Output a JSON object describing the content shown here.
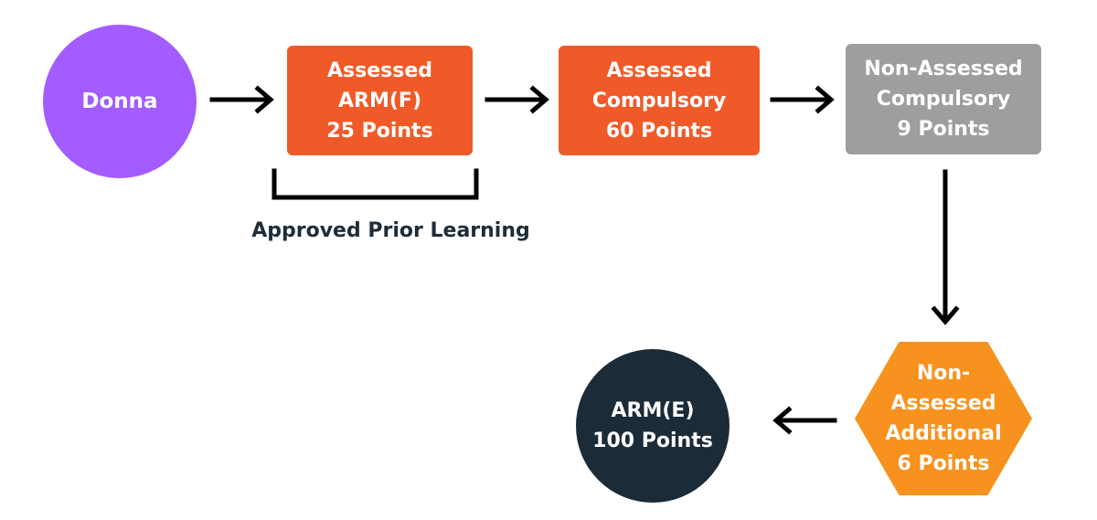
{
  "colors": {
    "purple": "#a35cff",
    "orange_red": "#f05a28",
    "gray": "#9e9e9e",
    "orange": "#f7921e",
    "navy": "#1b2b38",
    "arrow": "#000000",
    "label_text": "#1f2d3a"
  },
  "nodes": {
    "donna": {
      "lines": [
        "Donna"
      ]
    },
    "assessed_arm_f": {
      "lines": [
        "Assessed",
        "ARM(F)",
        "25 Points"
      ]
    },
    "assessed_compulsory": {
      "lines": [
        "Assessed",
        "Compulsory",
        "60 Points"
      ]
    },
    "non_assessed_compulsory": {
      "lines": [
        "Non-Assessed",
        "Compulsory",
        "9 Points"
      ]
    },
    "non_assessed_additional": {
      "lines": [
        "Non-",
        "Assessed",
        "Additional",
        "6 Points"
      ]
    },
    "arm_e": {
      "lines": [
        "ARM(E)",
        "100 Points"
      ]
    }
  },
  "bracket_label": "Approved Prior Learning"
}
